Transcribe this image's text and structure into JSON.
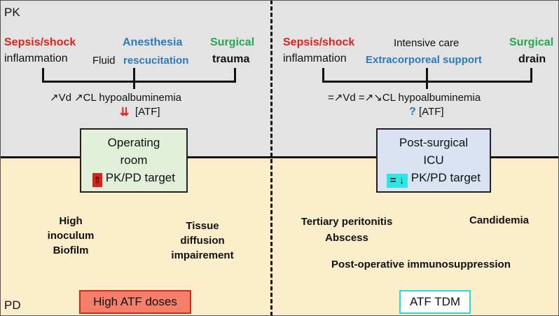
{
  "pk_label": "PK",
  "pd_label": "PD",
  "left_top": {
    "col1_line1": "Sepsis/shock",
    "col1_line2": "inflammation",
    "col2_line1": "Anesthesia",
    "col2_line2a": "Fluid",
    "col2_line2b": "rescucitation",
    "col3_line1": "Surgical",
    "col3_line2": "trauma",
    "effects_line": "↗Vd   ↗CL hypoalbuminemia",
    "atf_arrows": "⇊",
    "atf_label": "[ATF]"
  },
  "right_top": {
    "col1_line1": "Sepsis/shock",
    "col1_line2": "inflammation",
    "col2_line1": "Intensive care",
    "col2_line2": "Extracorporeal support",
    "col3_line1": "Surgical",
    "col3_line2": "drain",
    "effects_line": "=↗Vd  =↗↘CL hypoalbuminemia",
    "atf_q": "?",
    "atf_label": "[ATF]"
  },
  "left_box": {
    "line1": "Operating",
    "line2": "room",
    "arrow": "⇑",
    "target": "PK/PD target"
  },
  "right_box": {
    "line1": "Post-surgical",
    "line2": "ICU",
    "arrow": "= ↓",
    "target": "PK/PD target"
  },
  "left_bottom": {
    "item1_line1": "High",
    "item1_line2": "inoculum",
    "item1_line3": "Biofilm",
    "item2_line1": "Tissue",
    "item2_line2": "diffusion",
    "item2_line3": "impairement"
  },
  "right_bottom": {
    "item1_line1": "Tertiary peritonitis",
    "item1_line2": "Abscess",
    "item2": "Candidemia",
    "item3": "Post-operative immunosuppression"
  },
  "left_action": "High ATF doses",
  "right_action": "ATF TDM",
  "colors": {
    "red": "#e0201b",
    "blue": "#2b7bbf",
    "green": "#25a84f",
    "cyan": "#2fe6e6",
    "top_bg": "#e3e3e3",
    "bottom_bg": "#fdeecb",
    "left_box_bg": "#e2efd9",
    "right_box_bg": "#dae3f3",
    "left_action_bg": "#f4806b"
  }
}
